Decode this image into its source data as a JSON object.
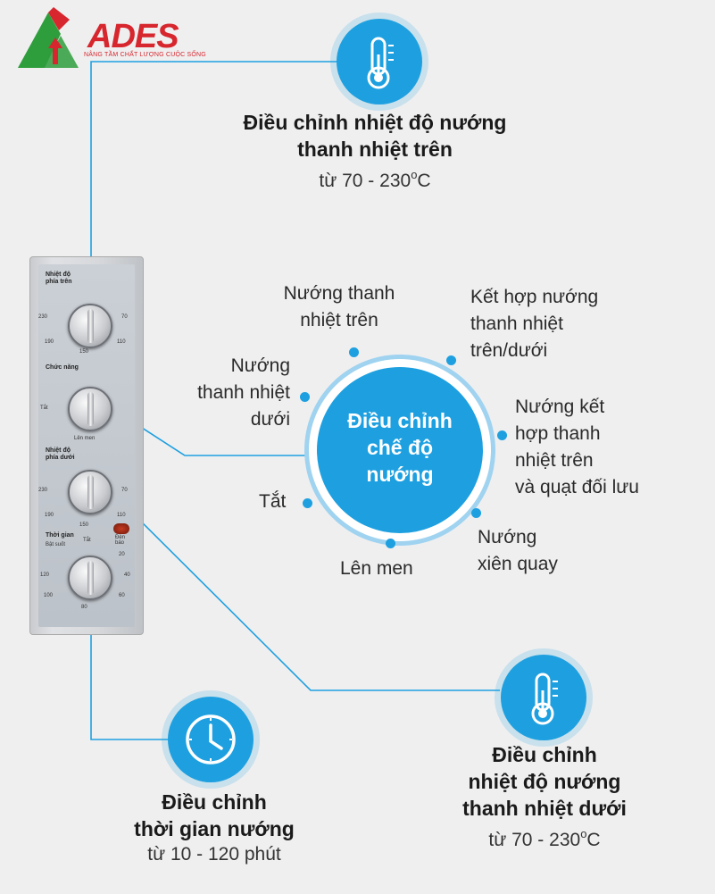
{
  "logo": {
    "name": "ADES",
    "tagline": "NÂNG TẦM CHẤT LƯỢNG CUỘC SỐNG",
    "brand_color": "#d7262d",
    "mark_green": "#2e9e3c"
  },
  "accent_color": "#1ea0e0",
  "top_feature": {
    "icon": "thermometer-icon",
    "title_line1": "Điều chỉnh nhiệt độ nướng",
    "title_line2": "thanh nhiệt trên",
    "range_prefix": "từ  70 - 230",
    "range_deg": "o",
    "range_unit": "C"
  },
  "mode_selector": {
    "center_line1": "Điều chỉnh",
    "center_line2": "chế độ",
    "center_line3": "nướng",
    "modes": [
      {
        "lines": [
          "Nướng thanh",
          "nhiệt trên"
        ]
      },
      {
        "lines": [
          "Kết hợp nướng",
          "thanh nhiệt",
          "trên/dưới"
        ]
      },
      {
        "lines": [
          "Nướng",
          "thanh nhiệt",
          "dưới"
        ]
      },
      {
        "lines": [
          "Nướng kết",
          "hợp thanh",
          "nhiệt trên",
          "và quạt đối lưu"
        ]
      },
      {
        "lines": [
          "Tắt"
        ]
      },
      {
        "lines": [
          "Nướng",
          "xiên quay"
        ]
      },
      {
        "lines": [
          "Lên men"
        ]
      }
    ]
  },
  "timer_feature": {
    "icon": "clock-icon",
    "title_line1": "Điều chỉnh",
    "title_line2": "thời gian nướng",
    "range": "từ 10 - 120 phút"
  },
  "bottom_feature": {
    "icon": "thermometer-icon",
    "title_line1": "Điều chỉnh",
    "title_line2": "nhiệt độ nướng",
    "title_line3": "thanh nhiệt dưới",
    "range_prefix": "từ  70 - 230",
    "range_deg": "o",
    "range_unit": "C"
  },
  "panel": {
    "knob1_label1": "Nhiệt độ",
    "knob1_label2": "phía trên",
    "knob2_label": "Chức năng",
    "knob2_off": "Tắt",
    "knob2_ferment": "Lên men",
    "knob3_label1": "Nhiệt độ",
    "knob3_label2": "phía dưới",
    "knob4_label": "Thời gian",
    "knob4_continuous": "Bật suốt",
    "knob4_off": "Tắt",
    "lamp_label": "Đèn báo",
    "temp_230": "230",
    "temp_190": "190",
    "temp_150": "150",
    "temp_110": "110",
    "temp_70": "70",
    "time_120": "120",
    "time_100": "100",
    "time_80": "80",
    "time_60": "60",
    "time_40": "40",
    "time_20": "20"
  }
}
